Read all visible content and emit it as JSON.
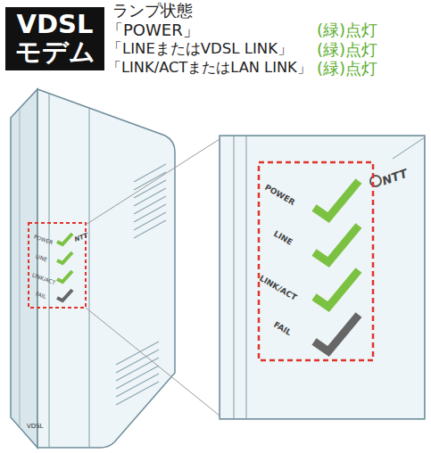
{
  "diagram": {
    "nodes": [
      {
        "text": [
          "VDSL モデム"
        ]
      },
      {
        "text": [
          "POWER",
          "LINE",
          "LINK/ACT",
          "FAIL",
          "NTT"
        ]
      }
    ],
    "labels": [
      "ランプ状態",
      "「POWER」",
      "(緑)点灯",
      "「LINEまたはVDSL LINK」",
      "(緑)点灯",
      "「LINK/ACTまたはLAN LINK」",
      "(緑)点灯",
      "POWER",
      "LINE",
      "LINK/ACT",
      "FAIL",
      "NTT",
      "VDSL"
    ]
  }
}
